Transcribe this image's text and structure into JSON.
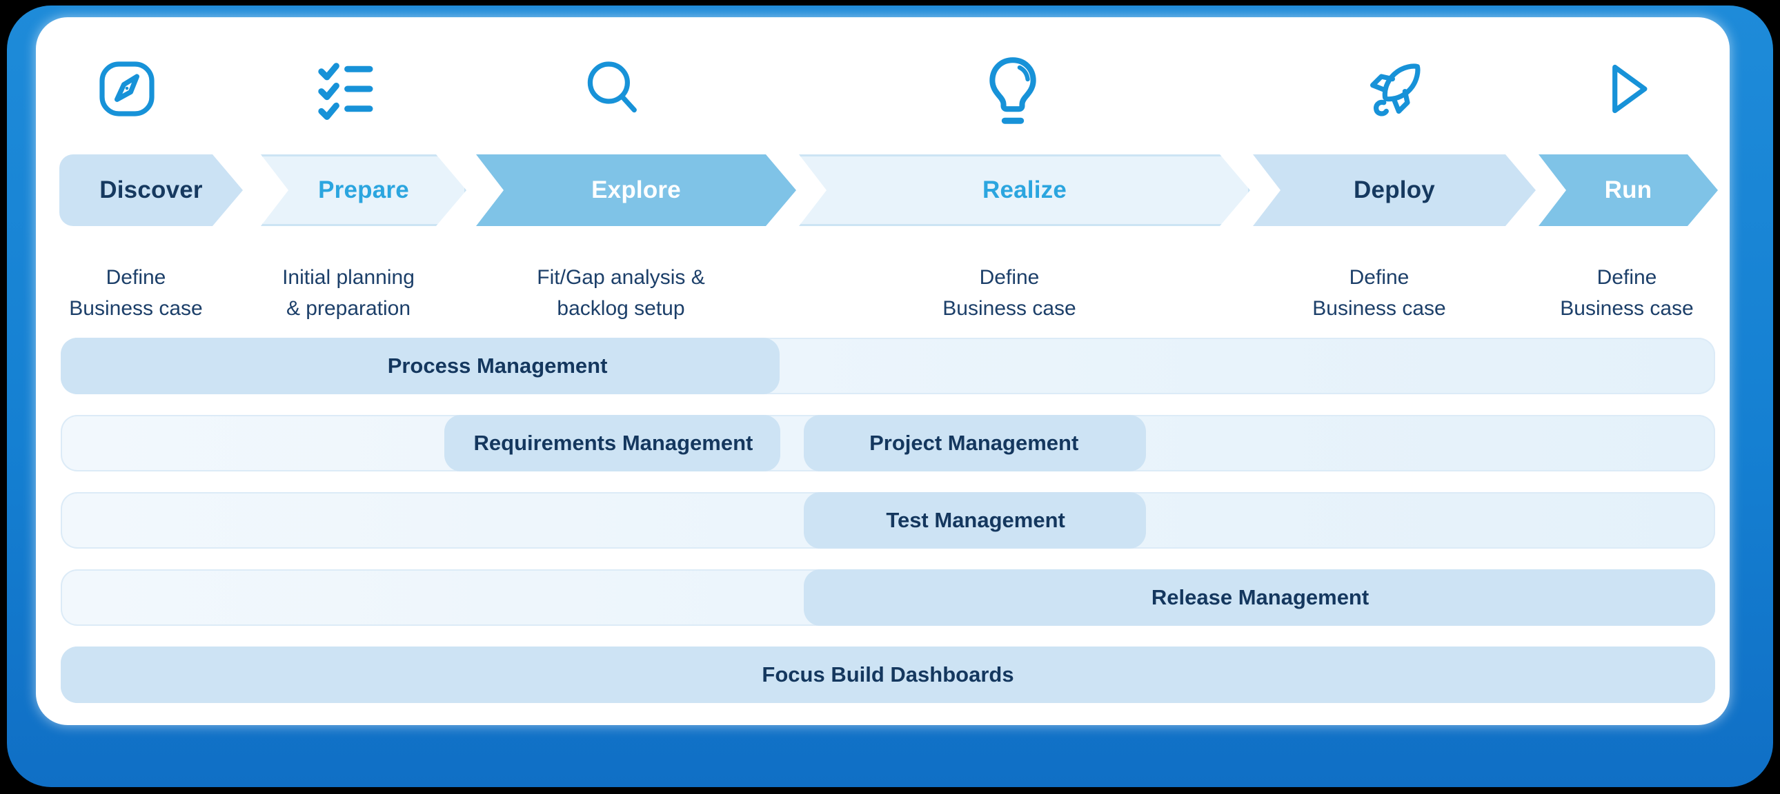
{
  "diagram": {
    "type": "process-roadmap",
    "phases": [
      {
        "label": "Discover",
        "icon": "compass-icon",
        "desc": [
          "Define",
          "Business case"
        ]
      },
      {
        "label": "Prepare",
        "icon": "checklist-icon",
        "desc": [
          "Initial planning",
          "& preparation"
        ]
      },
      {
        "label": "Explore",
        "icon": "search-icon",
        "desc": [
          "Fit/Gap analysis &",
          "backlog setup"
        ]
      },
      {
        "label": "Realize",
        "icon": "lightbulb-icon",
        "desc": [
          "Define",
          "Business case"
        ]
      },
      {
        "label": "Deploy",
        "icon": "rocket-icon",
        "desc": [
          "Define",
          "Business case"
        ]
      },
      {
        "label": "Run",
        "icon": "play-icon",
        "desc": [
          "Define",
          "Business case"
        ]
      }
    ],
    "streams": [
      {
        "label": "Process Management"
      },
      {
        "label": "Requirements Management"
      },
      {
        "label": "Project Management"
      },
      {
        "label": "Test Management"
      },
      {
        "label": "Release Management"
      },
      {
        "label": "Focus Build Dashboards"
      }
    ]
  },
  "colors": {
    "frame_blue": "#1580D2",
    "card_white": "#FFFFFF",
    "chevron_solid_light": "#CBE2F4",
    "chevron_pale": "#E8F3FB",
    "chevron_medium": "#7FC3E7",
    "text_navy": "#16395F",
    "text_bright_blue": "#2BA5DF",
    "text_white": "#FFFFFF",
    "icon_blue": "#1792D8",
    "bar_dark": "#CDE3F4",
    "bar_light": "#EAF4FB"
  }
}
